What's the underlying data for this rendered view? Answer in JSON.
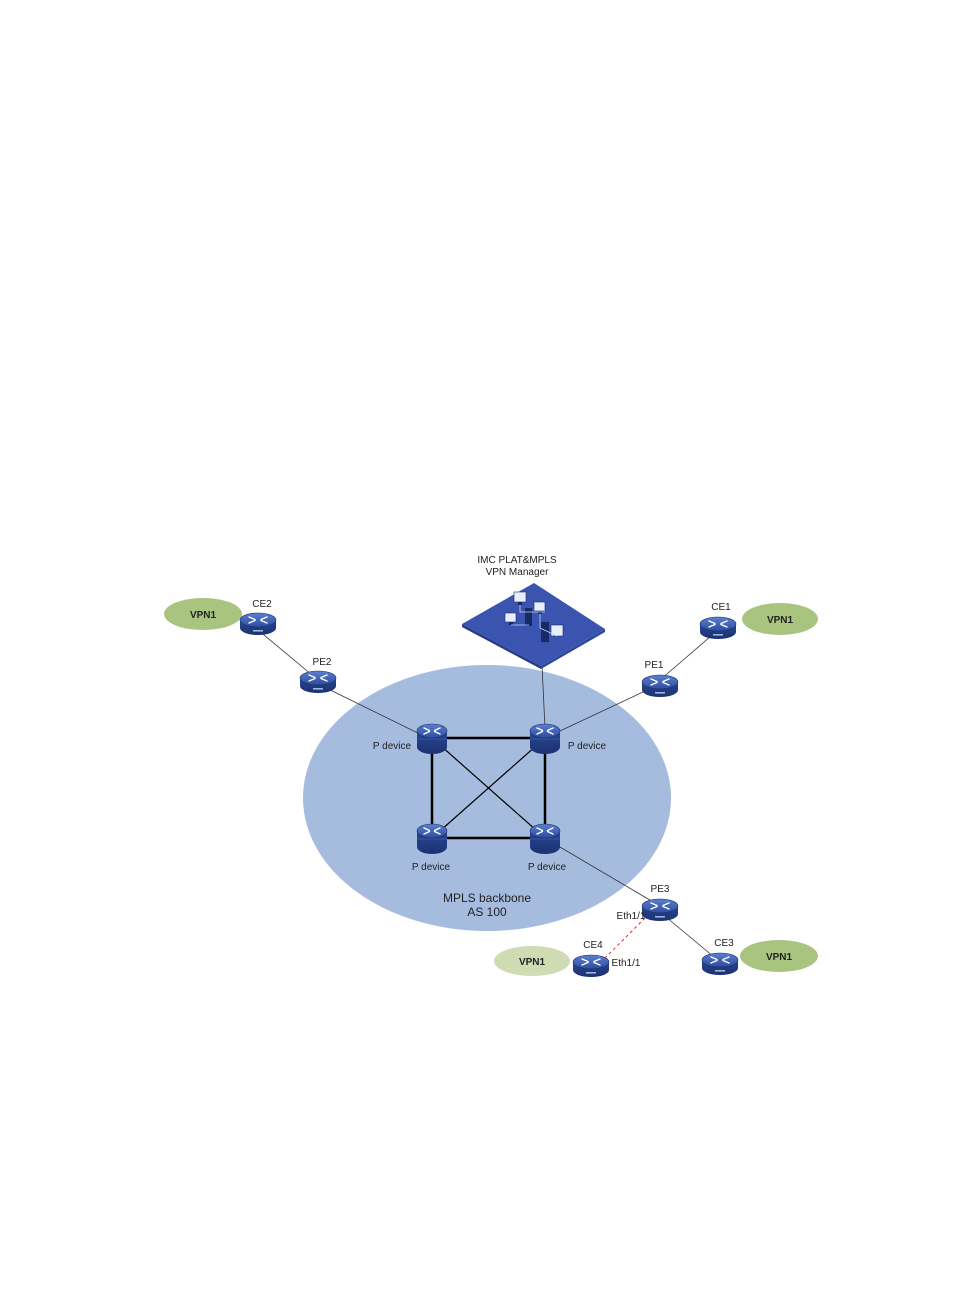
{
  "diagram": {
    "manager": {
      "title_line1": "IMC PLAT&MPLS",
      "title_line2": "VPN Manager",
      "icon": "network-management-platform-icon"
    },
    "backbone": {
      "label_line1": "MPLS backbone",
      "label_line2": "AS 100",
      "color": "#a5bcdf"
    },
    "p_devices": [
      {
        "label": "P device"
      },
      {
        "label": "P device"
      },
      {
        "label": "P device"
      },
      {
        "label": "P device"
      }
    ],
    "pe_devices": {
      "pe1": "PE1",
      "pe2": "PE2",
      "pe3": "PE3"
    },
    "ce_devices": {
      "ce1": "CE1",
      "ce2": "CE2",
      "ce3": "CE3",
      "ce4": "CE4"
    },
    "vpn_clouds": {
      "vpn_ce2": "VPN1",
      "vpn_ce1": "VPN1",
      "vpn_ce4": "VPN1",
      "vpn_ce3": "VPN1"
    },
    "interfaces": {
      "pe3_port": "Eth1/1",
      "ce4_port": "Eth1/1"
    },
    "colors": {
      "router": "#2e4fa3",
      "vpn_cloud": "#a9c47f",
      "vpn_cloud_pending": "#cfdcb3",
      "pending_link": "#c0392b"
    },
    "router_icon": "router-icon"
  }
}
